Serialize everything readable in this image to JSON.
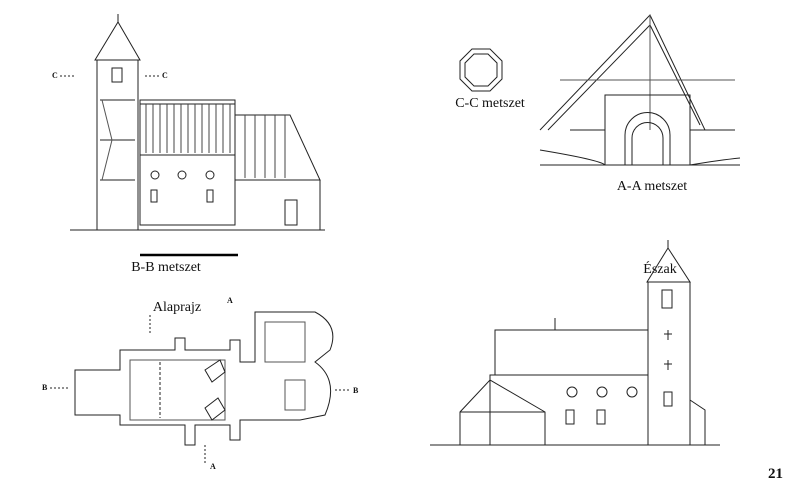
{
  "labels": {
    "section_cc": "C-C metszet",
    "section_aa": "A-A metszet",
    "section_bb": "B-B metszet",
    "plan": "Alaprajz",
    "north": "Észak"
  },
  "markers": {
    "c_left": "C",
    "c_right": "C",
    "a_top": "A",
    "a_bottom": "A",
    "b_left": "B",
    "b_right": "B"
  },
  "page_number": "21"
}
